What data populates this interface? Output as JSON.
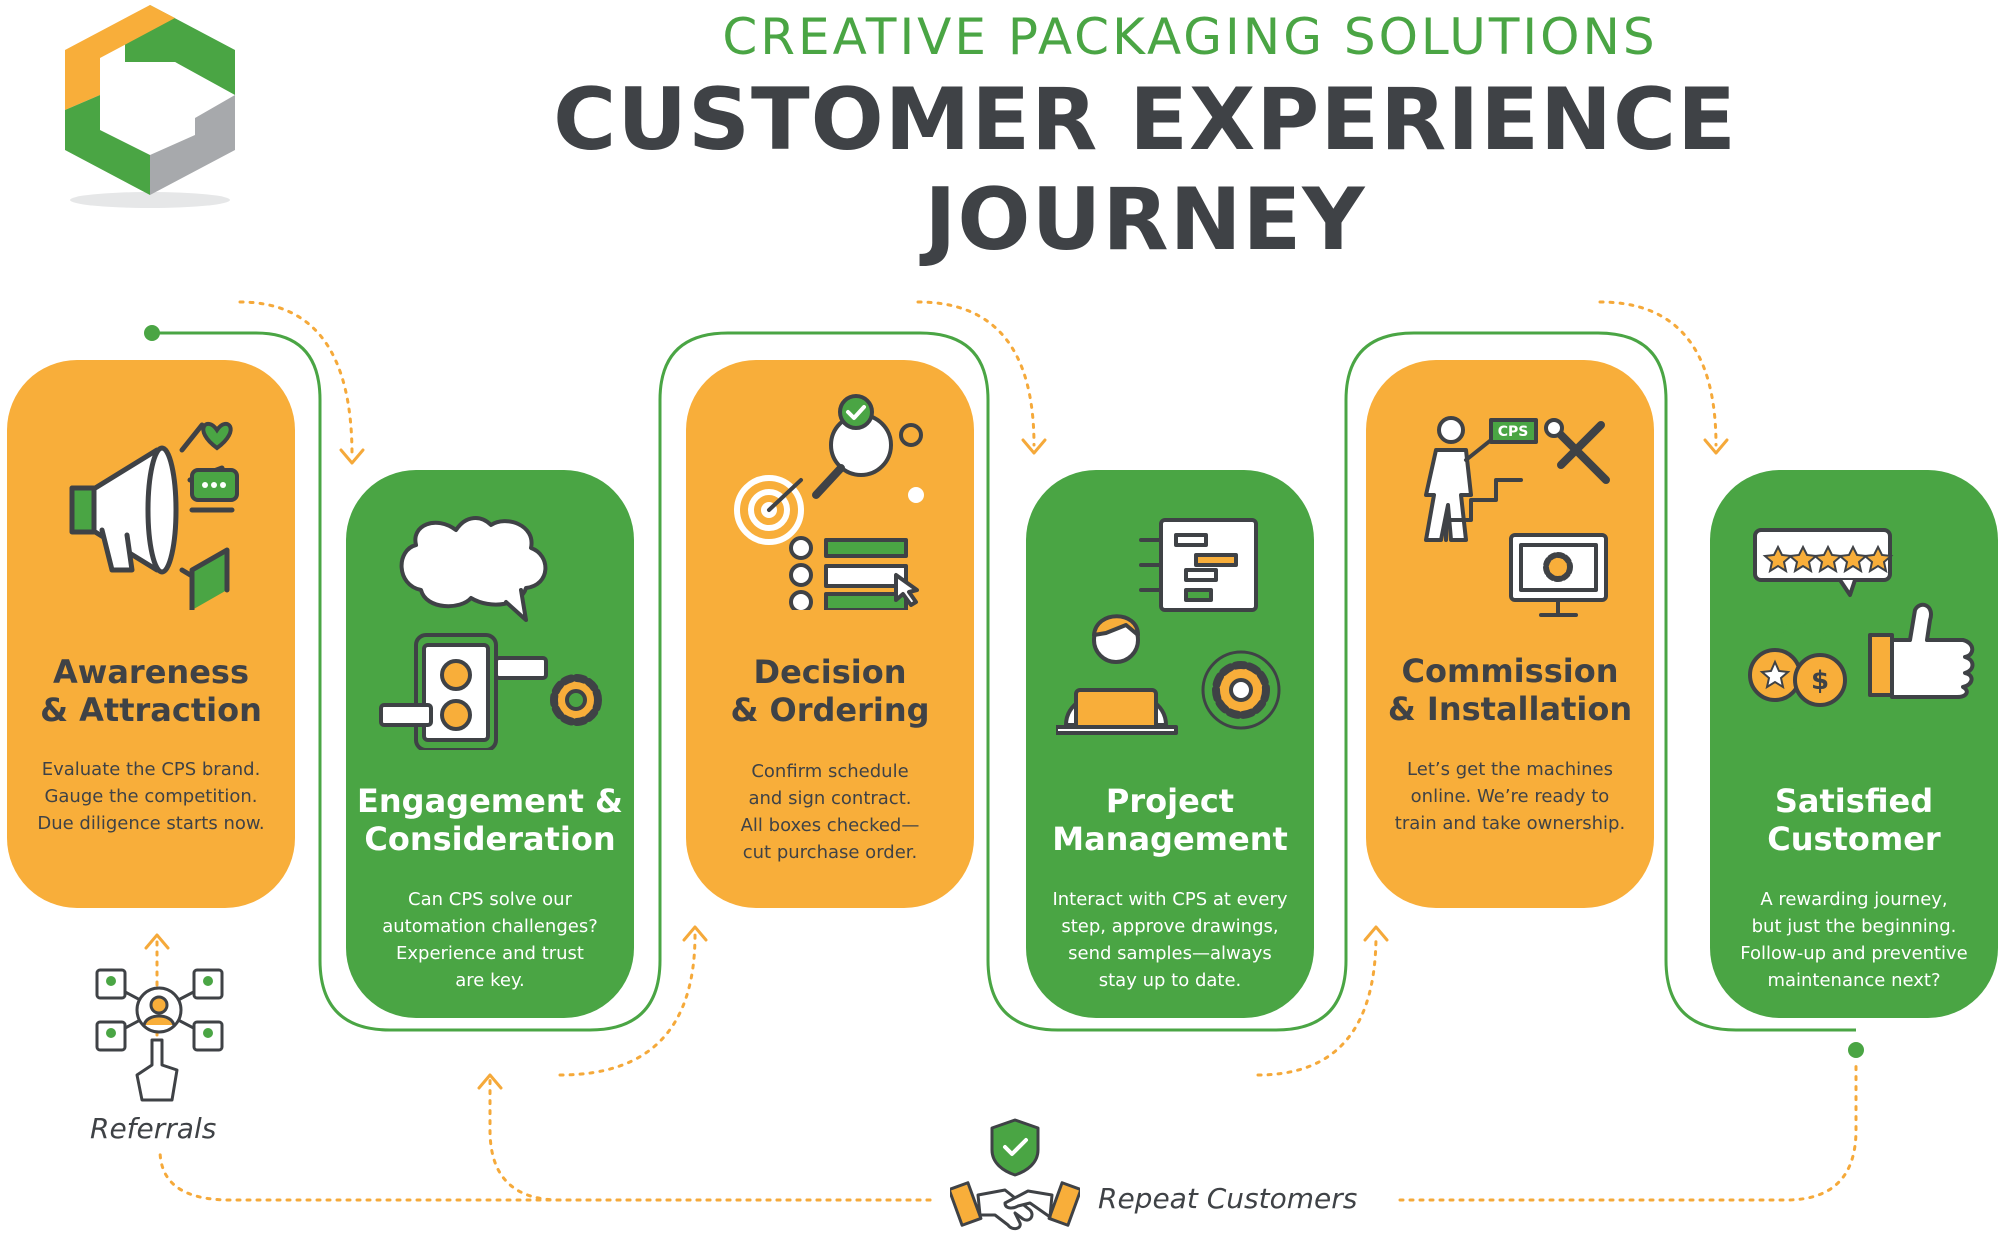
{
  "header": {
    "company": "CREATIVE PACKAGING SOLUTIONS",
    "title": "CUSTOMER EXPERIENCE JOURNEY"
  },
  "colors": {
    "orange": "#f8ae3a",
    "green": "#4aa544",
    "dark_gray": "#3f4246",
    "logo_gray": "#a7a9ac"
  },
  "stages": [
    {
      "title": "Awareness\n& Attraction",
      "description": "Evaluate the CPS brand.\nGauge the competition.\nDue diligence starts now.",
      "icon": "megaphone-icon"
    },
    {
      "title": "Engagement &\nConsideration",
      "description": "Can CPS solve our\nautomation challenges?\nExperience and trust\nare key.",
      "icon": "brain-phone-icon"
    },
    {
      "title": "Decision\n& Ordering",
      "description": "Confirm schedule\nand sign contract.\nAll boxes checked—\ncut purchase order.",
      "icon": "target-checklist-icon"
    },
    {
      "title": "Project\nManagement",
      "description": "Interact with CPS at every\nstep, approve drawings,\nsend samples—always\nstay up to date.",
      "icon": "person-laptop-icon"
    },
    {
      "title": "Commission\n& Installation",
      "description": "Let’s get the machines\nonline. We’re ready to\ntrain and take ownership.",
      "icon": "stairs-tools-icon"
    },
    {
      "title": "Satisfied\nCustomer",
      "description": "A rewarding journey,\nbut just the beginning.\nFollow-up and preventive\nmaintenance next?",
      "icon": "thumbs-up-rating-icon"
    }
  ],
  "loops": {
    "referrals": "Referrals",
    "repeat_customers": "Repeat Customers",
    "logo_text": "CPS"
  }
}
